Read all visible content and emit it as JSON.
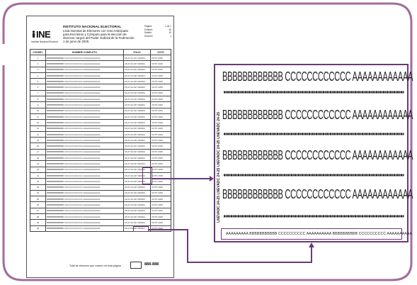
{
  "header": {
    "logo_text": "INE",
    "logo_subtitle": "Instituto Nacional Electoral",
    "title": "INSTITUTO NACIONAL ELECTORAL",
    "subtitle_1": "Lista Nominal de Electores con Voto Anticipado",
    "subtitle_2": "para Escrutinio y Cómputo para la elección de",
    "subtitle_3": "diversos cargos del Poder Judicial de la Federación",
    "subtitle_4": "1 de junio de 2025",
    "meta": [
      {
        "label": "Página:",
        "value": "1 de 1"
      },
      {
        "label": "Entidad:",
        "value": "16"
      },
      {
        "label": "Distrito:",
        "value": "10"
      },
      {
        "label": "Sección:",
        "value": "1"
      }
    ]
  },
  "table": {
    "headers": [
      "CONSEC",
      "NOMBRE COMPLETO",
      "FOLIO",
      "VOTÓ"
    ],
    "name_text": "BBBBBBBBBBBB CCCCCCCCCCCC AAAAAAAAAAAA",
    "folio_text": "18-07-02-037-000001",
    "sig_text": "VOTÓ 2025",
    "rows": [
      "1",
      "2",
      "3",
      "4",
      "5",
      "6",
      "7",
      "8",
      "9",
      "10",
      "11",
      "12",
      "13",
      "14",
      "15",
      "16",
      "17",
      "18",
      "19",
      "20",
      "21",
      "22",
      "23",
      "24",
      "25",
      "26",
      "27",
      "28",
      "29",
      "30"
    ]
  },
  "footer": {
    "label": "Total de electores que votaron en esta página",
    "count": "888-888"
  },
  "zoom": {
    "side_text": "LNEVADC 24-25 LNEVADC 24-25 LNEVADC 24-25 LNEVADC 24-25",
    "line_text": "BBBBBBBBBBBB CCCCCCCCCCCC AAAAAAAAAAAA",
    "strip_text": "AAAAAAAAA BBBBBBBBBBB CCCCCCCCCC AAAAAAAAAA BBBBBBBBBB CCCCCCCCCC AAAAAAAAAA"
  },
  "colors": {
    "accent": "#6b3a7a"
  }
}
